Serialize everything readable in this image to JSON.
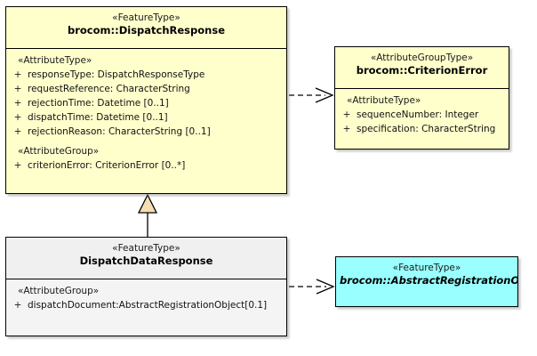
{
  "diagram": {
    "title": "UML class diagram",
    "background": "#ffffff",
    "colors": {
      "feature_type_fill": "#ffffcc",
      "attribute_group_type_fill": "#ffffcc",
      "subclass_fill": "#f2f2f2",
      "abstract_fill": "#99ffff",
      "border": "#000000",
      "generalization_fill": "#f5deb3"
    }
  },
  "classes": {
    "dispatch_response": {
      "stereotype": "«FeatureType»",
      "name": "brocom::DispatchResponse",
      "groups": [
        {
          "label": "«AttributeType»",
          "attributes": [
            {
              "visibility": "+",
              "text": "responseType: DispatchResponseType"
            },
            {
              "visibility": "+",
              "text": "requestReference: CharacterString"
            },
            {
              "visibility": "+",
              "text": "rejectionTime: Datetime [0..1]"
            },
            {
              "visibility": "+",
              "text": "dispatchTime: Datetime [0..1]"
            },
            {
              "visibility": "+",
              "text": "rejectionReason: CharacterString [0..1]"
            }
          ]
        },
        {
          "label": "«AttributeGroup»",
          "attributes": [
            {
              "visibility": "+",
              "text": "criterionError: CriterionError [0..*]"
            }
          ]
        }
      ]
    },
    "criterion_error": {
      "stereotype": "«AttributeGroupType»",
      "name": "brocom::CriterionError",
      "groups": [
        {
          "label": "«AttributeType»",
          "attributes": [
            {
              "visibility": "+",
              "text": "sequenceNumber: Integer"
            },
            {
              "visibility": "+",
              "text": "specification: CharacterString"
            }
          ]
        }
      ]
    },
    "dispatch_data_response": {
      "stereotype": "«FeatureType»",
      "name": "DispatchDataResponse",
      "groups": [
        {
          "label": "«AttributeGroup»",
          "attributes": [
            {
              "visibility": "+",
              "text": "dispatchDocument:AbstractRegistrationObject[0.1]"
            }
          ]
        }
      ]
    },
    "abstract_registration_object": {
      "stereotype": "«FeatureType»",
      "name": "brocom::AbstractRegistrationObject"
    }
  },
  "relationships": [
    {
      "kind": "dependency",
      "style": "dashed-open-arrow",
      "from": "brocom::DispatchResponse",
      "to": "brocom::CriterionError"
    },
    {
      "kind": "generalization",
      "style": "solid-hollow-triangle",
      "from": "DispatchDataResponse",
      "to": "brocom::DispatchResponse"
    },
    {
      "kind": "dependency",
      "style": "dashed-open-arrow",
      "from": "DispatchDataResponse",
      "to": "brocom::AbstractRegistrationObject"
    }
  ]
}
